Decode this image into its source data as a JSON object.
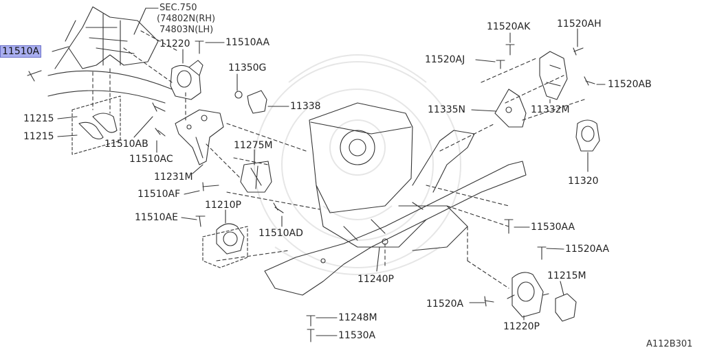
{
  "diagram": {
    "colors": {
      "line": "#333333",
      "highlight": "#a9aef0",
      "watermark": "#e6e6e6"
    },
    "sec_ref": {
      "line1": "SEC.750",
      "line2": "(74802N(RH)",
      "line3": "74803N(LH)"
    },
    "labels": {
      "p11510a": "11510A",
      "p11220": "11220",
      "p11510aa": "11510AA",
      "p11350g": "11350G",
      "p11338": "11338",
      "p11215_top": "11215",
      "p11215_bot": "11215",
      "p11510ab": "11510AB",
      "p11510ac": "11510AC",
      "p11231m": "11231M",
      "p11275m": "11275M",
      "p11510af": "11510AF",
      "p11210p": "11210P",
      "p11510ae": "11510AE",
      "p11510ad": "11510AD",
      "p11520ak": "11520AK",
      "p11520ah": "11520AH",
      "p11520aj": "11520AJ",
      "p11520ab": "11520AB",
      "p11335n": "11335N",
      "p11332m": "11332M",
      "p11320": "11320",
      "p11530aa": "11530AA",
      "p11520aa": "11520AA",
      "p11240p": "11240P",
      "p11215m": "11215M",
      "p11520a": "11520A",
      "p11220p": "11220P",
      "p11248m": "11248M",
      "p11530a": "11530A"
    },
    "figure_code": "A112B301"
  }
}
